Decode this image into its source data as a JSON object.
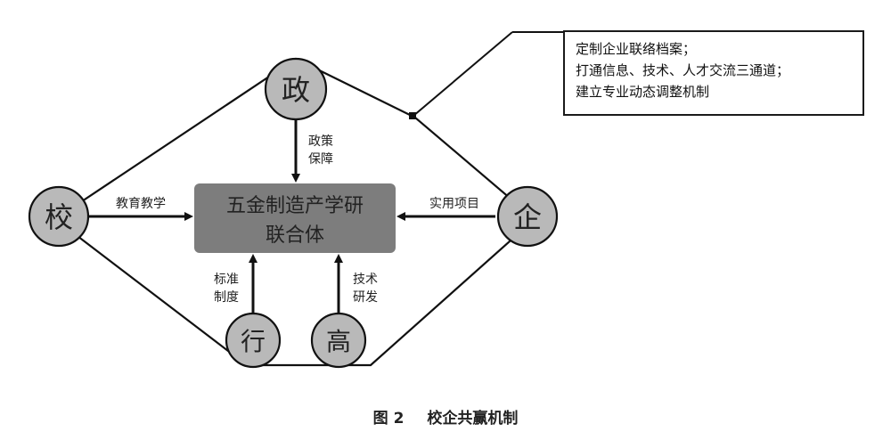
{
  "nodes": {
    "government": "政",
    "school": "校",
    "enterprise": "企",
    "industry": "行",
    "university": "高"
  },
  "center": {
    "line1": "五金制造产学研",
    "line2": "联合体"
  },
  "edges": {
    "government": [
      "政策",
      "保障"
    ],
    "school": "教育教学",
    "enterprise": "实用项目",
    "industry": [
      "标准",
      "制度"
    ],
    "university": [
      "技术",
      "研发"
    ]
  },
  "note": [
    "定制企业联络档案；",
    "打通信息、技术、人才交流三通道；",
    "建立专业动态调整机制"
  ],
  "caption": {
    "figure_no": "图 2",
    "title": "校企共赢机制"
  },
  "colors": {
    "node_fill": "#b9b9b9",
    "center_fill": "#7d7d7d",
    "line": "#111111"
  }
}
